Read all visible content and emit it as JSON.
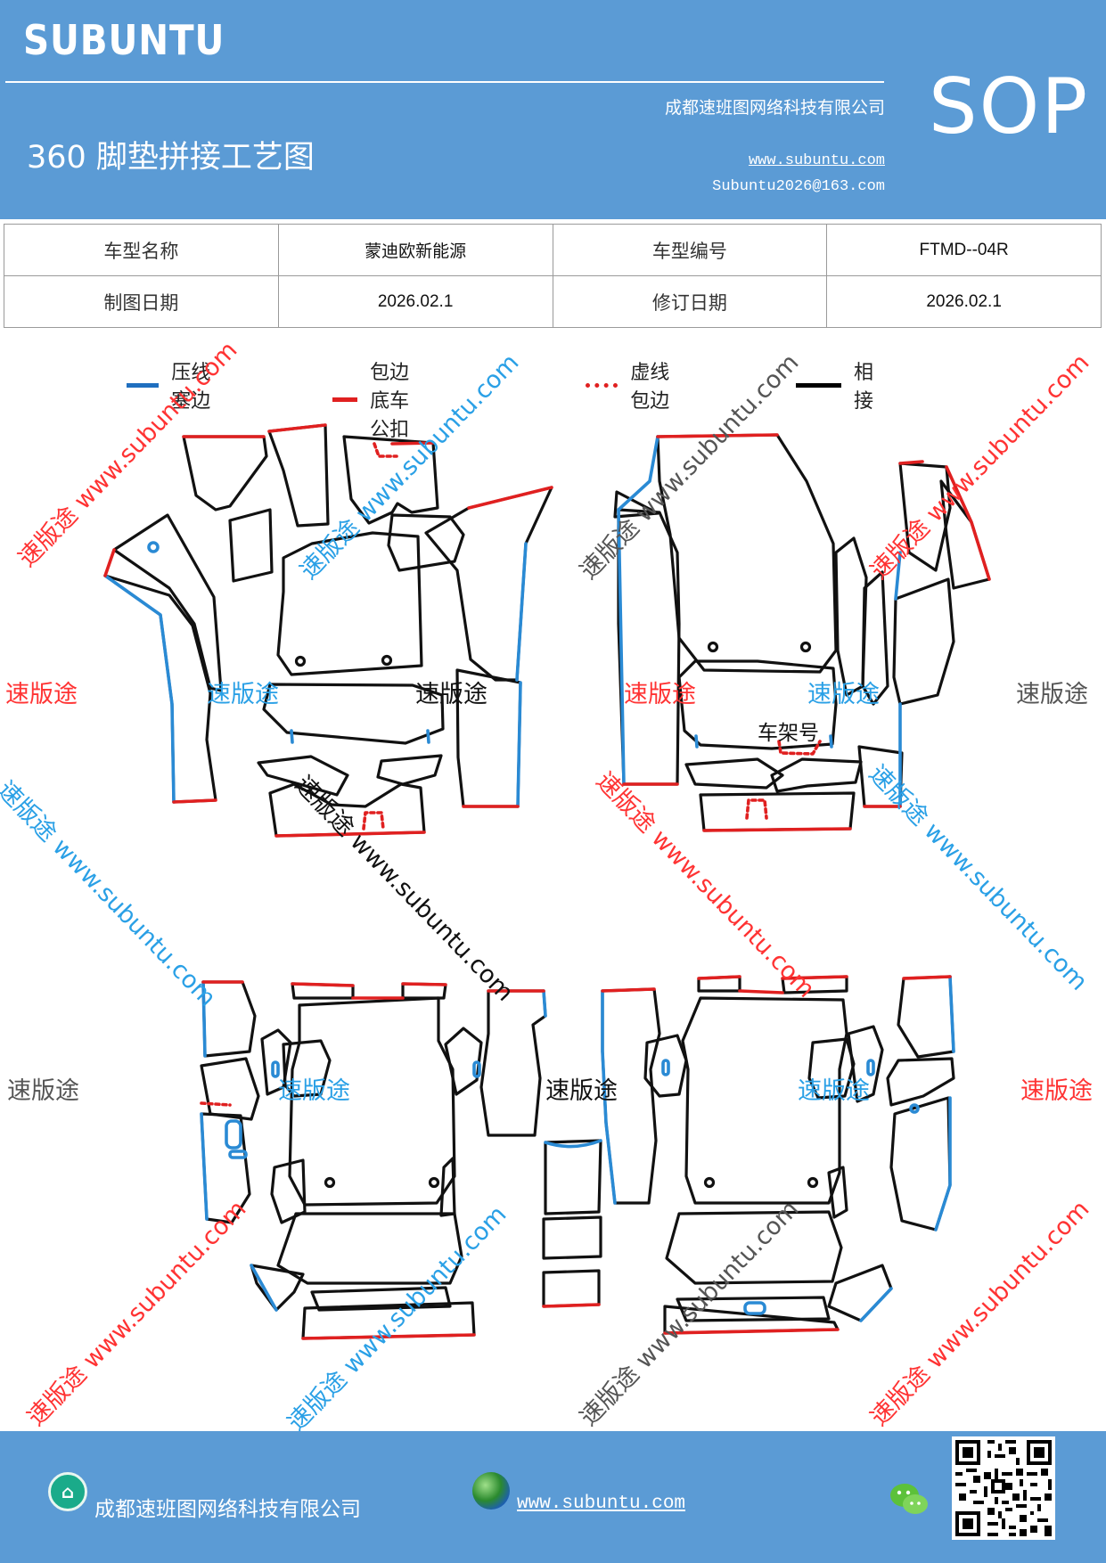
{
  "header": {
    "brand": "SUBUNTU",
    "company": "成都速班图网络科技有限公司",
    "sop": "SOP",
    "title": "360 脚垫拼接工艺图",
    "website": "www.subuntu.com",
    "email": "Subuntu2026@163.com"
  },
  "info_table": {
    "rows": [
      [
        "车型名称",
        "蒙迪欧新能源",
        "车型编号",
        "FTMD--04R"
      ],
      [
        "制图日期",
        "2026.02.1",
        "修订日期",
        "2026.02.1"
      ]
    ]
  },
  "legend": [
    {
      "label": "压线塞边",
      "color": "#1f6fbf",
      "style": "solid"
    },
    {
      "label": "包边底车公扣",
      "color": "#e02020",
      "style": "solid"
    },
    {
      "label": "虚线包边",
      "color": "#e02020",
      "style": "dotted"
    },
    {
      "label": "相接",
      "color": "#000000",
      "style": "solid"
    }
  ],
  "diagram": {
    "frame_number_label": "车架号"
  },
  "watermarks": {
    "brand": "速版途",
    "diagonal": "速版途 www.subuntu.com",
    "diagonal_url": "www.subuntu.com"
  },
  "colors": {
    "header_bg": "#5b9bd5",
    "blue_edge": "#2a8ad4",
    "red_edge": "#e02020",
    "outline": "#111111"
  },
  "footer": {
    "company": "成都速班图网络科技有限公司",
    "website": "www.subuntu.com",
    "icons": [
      "home-icon",
      "globe-icon",
      "wechat-icon",
      "qr-code"
    ]
  }
}
